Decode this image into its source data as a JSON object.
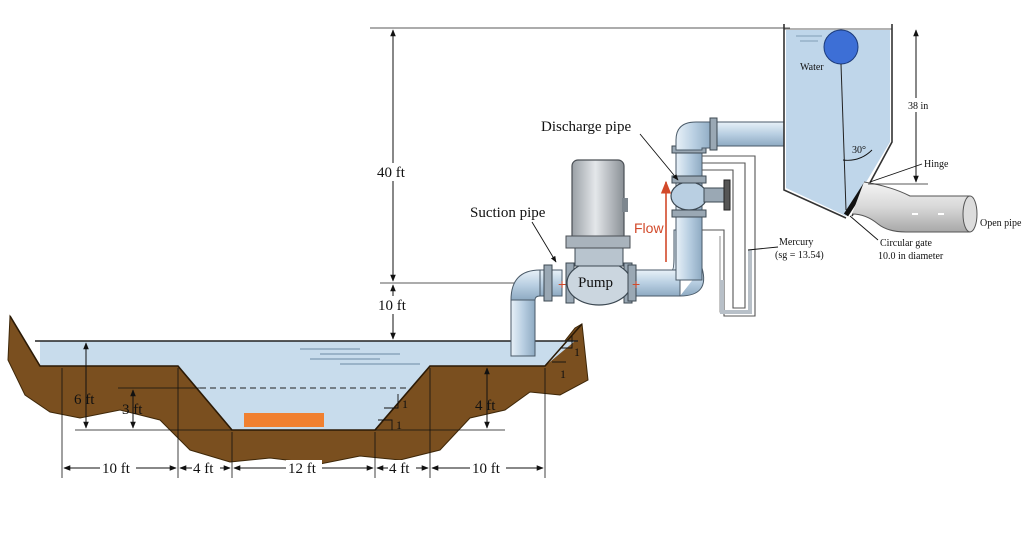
{
  "labels": {
    "height_40": "40 ft",
    "height_10": "10 ft",
    "depth_6": "6 ft",
    "depth_3": "3 ft",
    "depth_4": "4 ft",
    "width_10_left": "10 ft",
    "width_4_left": "4 ft",
    "width_12": "12 ft",
    "width_4_right": "4 ft",
    "width_10_right": "10 ft",
    "slope_1a": "1",
    "slope_1b": "1",
    "slope_1c": "1",
    "slope_1d": "1",
    "suction_pipe": "Suction pipe",
    "discharge_pipe": "Discharge pipe",
    "pump": "Pump",
    "flow": "Flow",
    "mercury_line1": "Mercury",
    "mercury_line2": "(sg = 13.54)",
    "water": "Water",
    "angle": "30°",
    "gate_height": "38 in",
    "hinge": "Hinge",
    "gate_line1": "Circular gate",
    "gate_line2": "10.0 in diameter",
    "open_pipe": "Open pipe"
  },
  "colors": {
    "water": "#bfd6ea",
    "soil": "#7a4f1f",
    "pipe": "#c5d9e8",
    "sediment": "#f08030",
    "flow_arrow": "#d2492a",
    "float_ball": "#3d6fd6",
    "mercury": "#b8c0c8"
  }
}
